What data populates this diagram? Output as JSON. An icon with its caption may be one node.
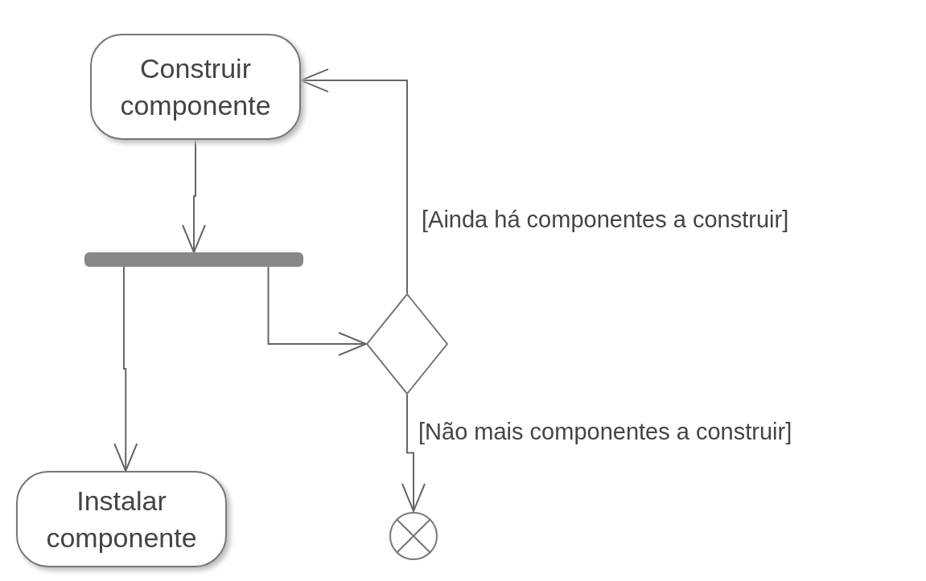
{
  "diagram": {
    "nodes": [
      {
        "text": [
          "Construir componente"
        ]
      },
      {
        "text": [],
        "shape": "bar"
      },
      {
        "text": [],
        "shape": "diamond"
      },
      {
        "text": [],
        "shape": "circle"
      },
      {
        "text": [
          "Instalar componente"
        ]
      }
    ],
    "edges": [
      {
        "from": 0,
        "to": 1,
        "arrow": "to"
      },
      {
        "from": 1,
        "to": 4,
        "arrow": "to"
      },
      {
        "from": 1,
        "to": 2,
        "arrow": "to"
      },
      {
        "from": 2,
        "to": 0,
        "arrow": "to",
        "label": "[Ainda há componentes a construir]"
      },
      {
        "from": 2,
        "to": 3,
        "arrow": "to",
        "label": "[Não mais componentes a construir]"
      }
    ]
  }
}
